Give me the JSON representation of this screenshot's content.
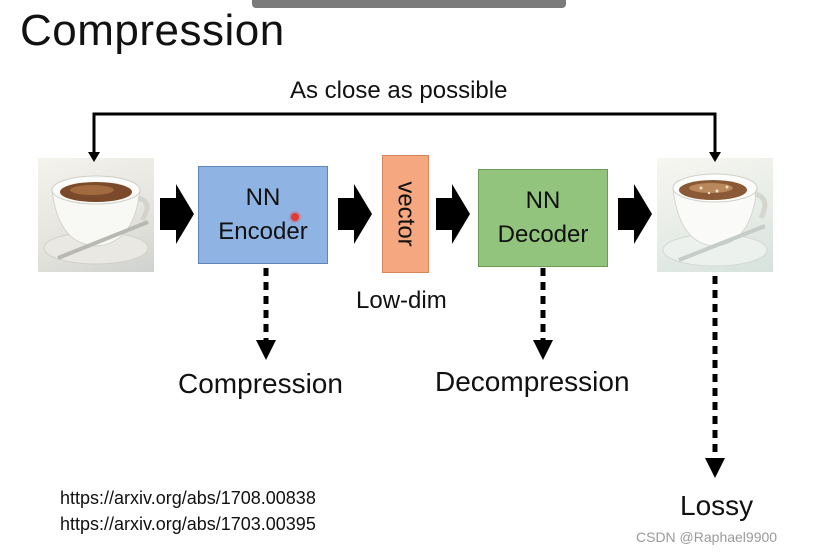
{
  "title": "Compression",
  "feedback_label": "As close as possible",
  "encoder": {
    "line1": "NN",
    "line2": "Encoder"
  },
  "latent": {
    "label": "vector",
    "caption": "Low-dim"
  },
  "decoder": {
    "line1": "NN",
    "line2": "Decoder"
  },
  "outputs": {
    "compression": "Compression",
    "decompression": "Decompression",
    "lossy": "Lossy"
  },
  "references": [
    "https://arxiv.org/abs/1708.00838",
    "https://arxiv.org/abs/1703.00395"
  ],
  "watermark": "CSDN @Raphael9900",
  "images": {
    "input": "coffee-cup-original",
    "output": "coffee-cup-reconstructed"
  },
  "colors": {
    "encoder": "#8fb4e3",
    "decoder": "#92c47d",
    "vector": "#f5a77f",
    "arrow": "#000000"
  }
}
